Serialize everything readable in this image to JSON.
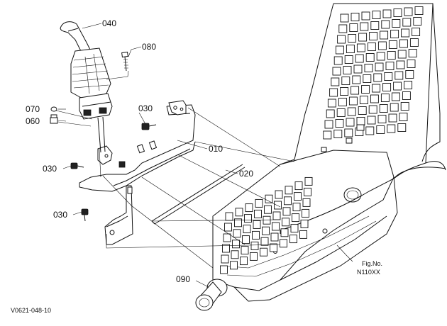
{
  "diagram": {
    "callouts": [
      {
        "id": "040",
        "part": "joystick-lever"
      },
      {
        "id": "080",
        "part": "lever-bolt"
      },
      {
        "id": "030",
        "part": "bracket-bolt-upper"
      },
      {
        "id": "070",
        "part": "o-ring"
      },
      {
        "id": "060",
        "part": "fitting"
      },
      {
        "id": "010",
        "part": "mounting-bracket"
      },
      {
        "id": "030",
        "part": "bracket-bolt-middle"
      },
      {
        "id": "020",
        "part": "rod"
      },
      {
        "id": "030",
        "part": "bracket-bolt-lower"
      },
      {
        "id": "090",
        "part": "grommet"
      }
    ],
    "figure_reference": {
      "line1": "Fig.No.",
      "line2": "N110XX"
    },
    "drawing_code": "V0621-048-10"
  }
}
